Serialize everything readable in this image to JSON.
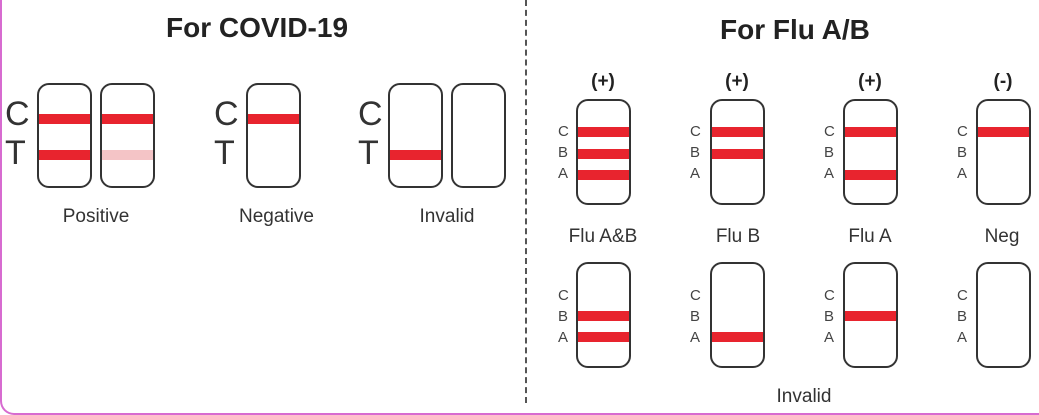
{
  "colors": {
    "line_red": "#e8242e",
    "faint_red": "#f4c4c6",
    "frame_pink": "#d76bd0"
  },
  "covid": {
    "title": "For COVID-19",
    "letters": {
      "c": "C",
      "t": "T"
    },
    "captions": {
      "positive": "Positive",
      "negative": "Negative",
      "invalid": "Invalid"
    }
  },
  "flu": {
    "title": "For Flu A/B",
    "letters": {
      "c": "C",
      "b": "B",
      "a": "A"
    },
    "signs": {
      "s1": "(+)",
      "s2": "(+)",
      "s3": "(+)",
      "s4": "(-)"
    },
    "captions": {
      "ab": "Flu A&B",
      "b": "Flu B",
      "a": "Flu A",
      "neg": "Neg"
    },
    "invalid_caption": "Invalid"
  }
}
